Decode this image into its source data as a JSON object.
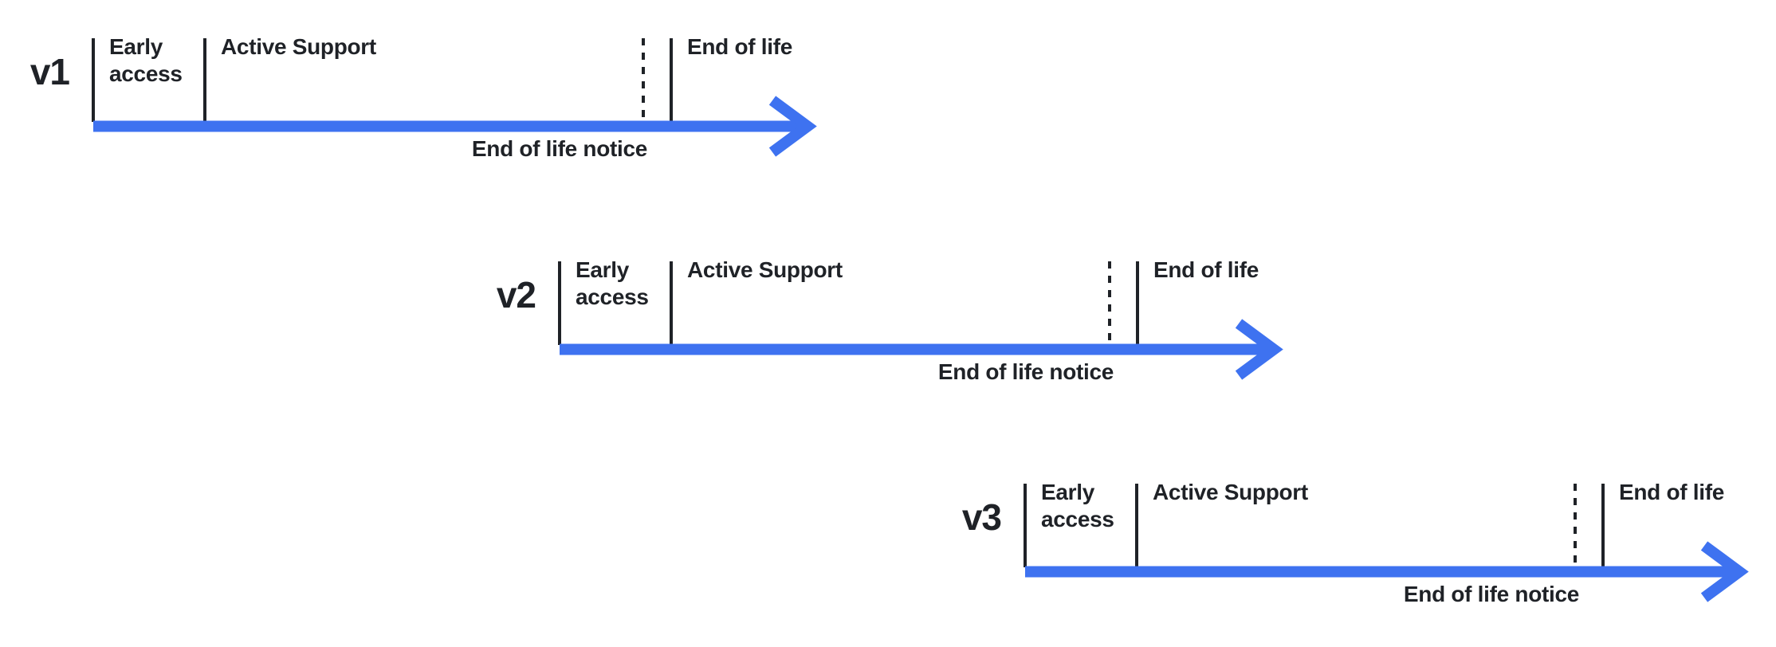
{
  "diagram": {
    "type": "release-lifecycle-timelines",
    "colors": {
      "accent_blue": "#3E72F0",
      "ink": "#1F2227",
      "background": "#FFFFFF"
    },
    "timelines": [
      {
        "version": "v1",
        "early_access_label": "Early access",
        "active_support_label": "Active Support",
        "end_of_life_label": "End of life",
        "end_of_life_notice_label": "End of life notice"
      },
      {
        "version": "v2",
        "early_access_label": "Early access",
        "active_support_label": "Active Support",
        "end_of_life_label": "End of life",
        "end_of_life_notice_label": "End of life notice"
      },
      {
        "version": "v3",
        "early_access_label": "Early access",
        "active_support_label": "Active Support",
        "end_of_life_label": "End of life",
        "end_of_life_notice_label": "End of life notice"
      }
    ]
  }
}
